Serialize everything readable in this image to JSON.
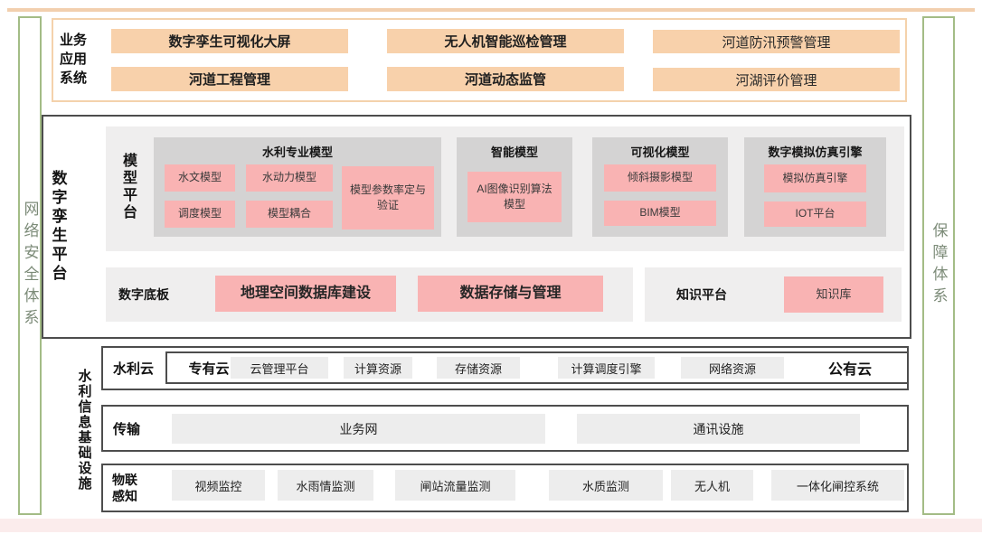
{
  "security_bar_left": {
    "label": "网络安全体系"
  },
  "security_bar_right": {
    "label": "保障体系"
  },
  "business_section": {
    "label": "业务应用系统",
    "apps": [
      {
        "label": "数字孪生可视化大屏"
      },
      {
        "label": "无人机智能巡检管理"
      },
      {
        "label": "河道防汛预警管理"
      },
      {
        "label": "河道工程管理"
      },
      {
        "label": "河道动态监管"
      },
      {
        "label": "河湖评价管理"
      }
    ]
  },
  "digital_twin_section": {
    "label": "数字孪生平台",
    "model_platform": {
      "label": "模型平台",
      "groups": [
        {
          "title": "水利专业模型",
          "items": [
            "水文模型",
            "水动力模型",
            "模型参数率定与验证",
            "调度模型",
            "模型耦合"
          ]
        },
        {
          "title": "智能模型",
          "items": [
            "AI图像识别算法模型"
          ]
        },
        {
          "title": "可视化模型",
          "items": [
            "倾斜摄影模型",
            "BIM模型"
          ]
        },
        {
          "title": "数字模拟仿真引擎",
          "items": [
            "模拟仿真引擎",
            "IOT平台"
          ]
        }
      ]
    },
    "digital_base": {
      "label": "数字底板",
      "items": [
        "地理空间数据库建设",
        "数据存储与管理"
      ],
      "knowledge_platform": {
        "label": "知识平台",
        "item": "知识库"
      }
    }
  },
  "infrastructure_section": {
    "label": "水利信息基础设施",
    "cloud_row": {
      "label": "水利云",
      "private_cloud": "专有云",
      "public_cloud": "公有云",
      "items": [
        "云管理平台",
        "计算资源",
        "存储资源",
        "计算调度引擎",
        "网络资源"
      ]
    },
    "transmission_row": {
      "label": "传输",
      "items": [
        "业务网",
        "通讯设施"
      ]
    },
    "iot_row": {
      "label": "物联感知",
      "items": [
        "视频监控",
        "水雨情监测",
        "闸站流量监测",
        "水质监测",
        "无人机",
        "一体化闸控系统"
      ]
    }
  },
  "colors": {
    "peach": "#f8d1ab",
    "peach_border": "#f2cfae",
    "pink": "#f9b3b3",
    "row_gray": "#efeeee",
    "group_gray": "#d4d3d3",
    "item_gray": "#ededed",
    "dark_border": "#4d4d4d",
    "green_border": "#a3bc86",
    "green_text": "#7c8b78",
    "bottom_band": "#fbecec"
  }
}
